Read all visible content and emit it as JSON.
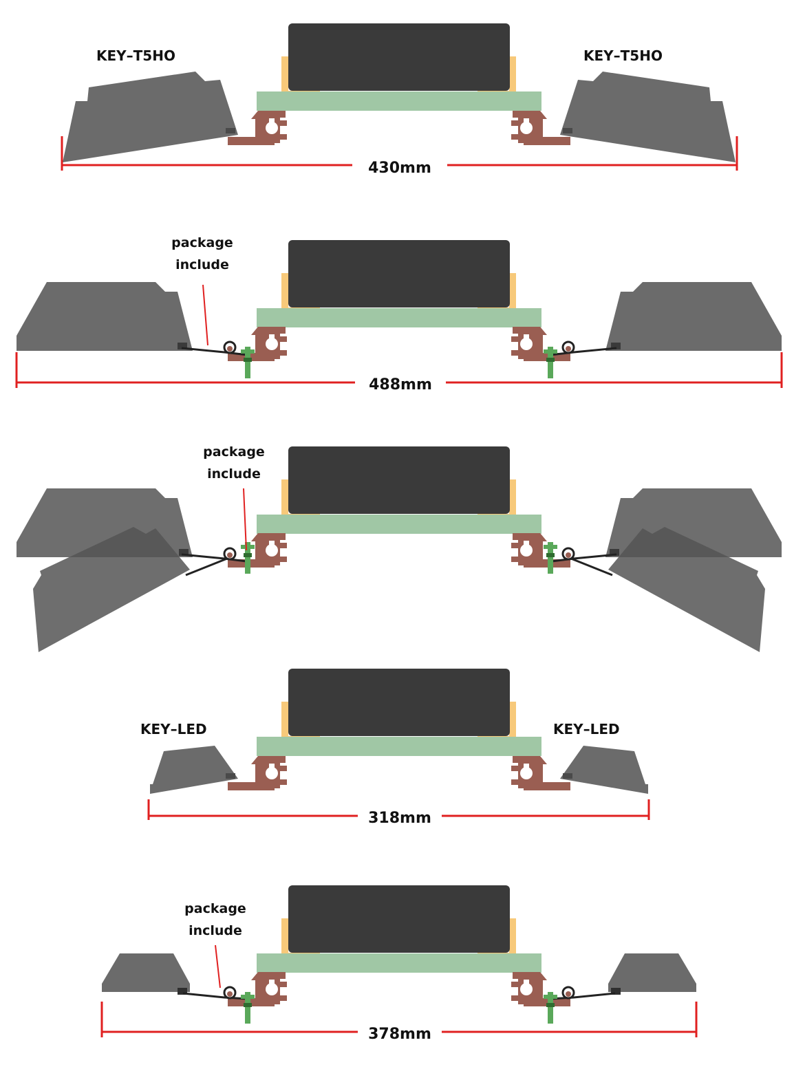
{
  "colors": {
    "ballast": "#3a3a3a",
    "bracket": "#f7c97a",
    "plate": "#a0c7a5",
    "rail": "#9a5e52",
    "reflector": "#6b6b6b",
    "reflector_dark": "#4a4a4a",
    "dimension_line": "#e02020",
    "screw": "#5aa85a",
    "cable": "#333333"
  },
  "panels": [
    {
      "id": "t5ho-folded",
      "left_label": "KEY–T5HO",
      "right_label": "KEY–T5HO",
      "dimension": "430mm"
    },
    {
      "id": "t5ho-extended",
      "accessory_label_line1": "package",
      "accessory_label_line2": "include",
      "dimension": "488mm"
    },
    {
      "id": "t5ho-adjustable",
      "accessory_label_line1": "package",
      "accessory_label_line2": "include"
    },
    {
      "id": "led-folded",
      "left_label": "KEY–LED",
      "right_label": "KEY–LED",
      "dimension": "318mm"
    },
    {
      "id": "led-extended",
      "accessory_label_line1": "package",
      "accessory_label_line2": "include",
      "dimension": "378mm"
    }
  ]
}
